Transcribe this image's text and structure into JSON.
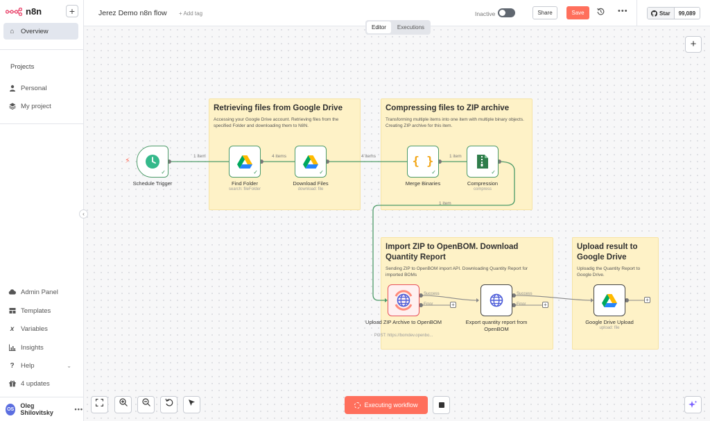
{
  "app": {
    "name": "n8n"
  },
  "sidebar": {
    "new_label": "+",
    "overview": "Overview",
    "projects_title": "Projects",
    "projects": [
      "Personal",
      "My project"
    ],
    "bottom_items": [
      "Admin Panel",
      "Templates",
      "Variables",
      "Insights",
      "Help",
      "4 updates"
    ],
    "user": {
      "initials": "OS",
      "name": "Oleg Shilovitsky",
      "more": "•••"
    },
    "collapse": "‹"
  },
  "header": {
    "workflow_title": "Jerez Demo n8n flow",
    "add_tag": "+ Add tag",
    "status": "Inactive",
    "share": "Share",
    "save": "Save",
    "more": "•••",
    "github": {
      "label": "Star",
      "count": "99,089"
    }
  },
  "canvas": {
    "tabs": [
      "Editor",
      "Executions"
    ],
    "active_tab": "Editor",
    "add_node": "+",
    "stickies": [
      {
        "title": "Retrieving files from Google Drive",
        "body": "Accessing your Google Drive account. Retrieving files from the specified Folder and downloading them to N8N."
      },
      {
        "title": "Compressing files to ZIP archive",
        "body": "Transforming multiple items into one item with multiple binary objects. Creating ZIP archive for this item."
      },
      {
        "title": "Import ZIP to OpenBOM. Download Quantity Report",
        "body": "Sending ZIP to OpenBOM import API. Downloading Quantity Report for imported BOMs"
      },
      {
        "title": "Upload result to Google Drive",
        "body": "Uploadig the Quantity Report to Google Drive."
      }
    ],
    "nodes": [
      {
        "label": "Schedule Trigger",
        "sub": ""
      },
      {
        "label": "Find Folder",
        "sub": "search: fileFolder"
      },
      {
        "label": "Download Files",
        "sub": "download: file"
      },
      {
        "label": "Merge Binaries",
        "sub": ""
      },
      {
        "label": "Compression",
        "sub": "compress"
      },
      {
        "label": "Upload ZIP Archive to OpenBOM",
        "sub": "POST: https://bomdev.openbo..."
      },
      {
        "label": "Export quantity report from OpenBOM",
        "sub": ""
      },
      {
        "label": "Google Drive Upload",
        "sub": "upload: file"
      }
    ],
    "connections": [
      "1 item",
      "4 items",
      "4 items",
      "1 item",
      "1 item"
    ],
    "port_labels": {
      "success": "Success",
      "error": "Error"
    },
    "check": "✓",
    "merge_glyph": "{ }"
  },
  "footer": {
    "execute": "Executing workflow"
  },
  "colors": {
    "accent": "#ff6f5c",
    "sticky": "#fef2c7",
    "success": "#4c9a68",
    "error": "#e6505a"
  }
}
